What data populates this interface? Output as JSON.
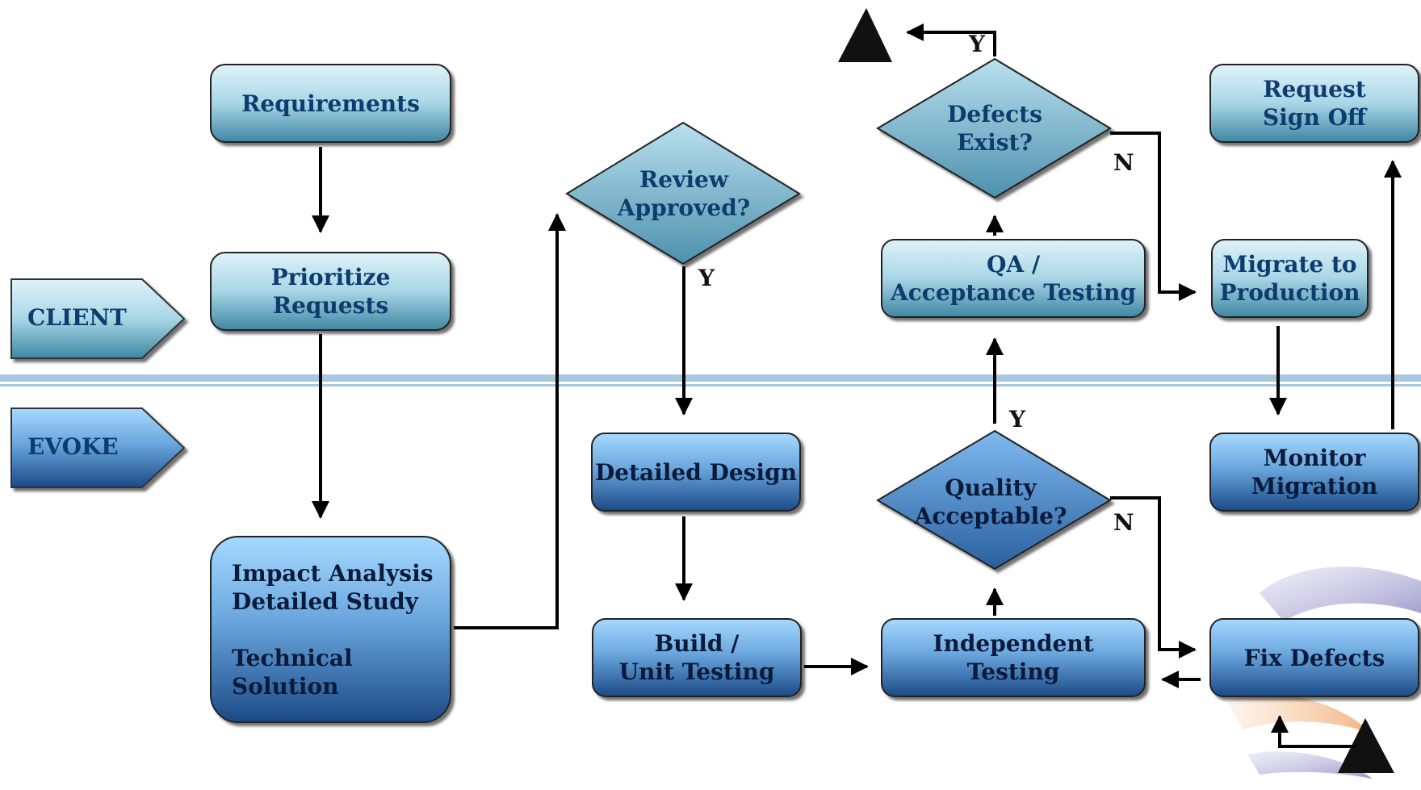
{
  "lanes": {
    "client": "CLIENT",
    "evoke": "EVOKE"
  },
  "nodes": {
    "requirements": "Requirements",
    "prioritize": "Prioritize\nRequests",
    "impact": "Impact Analysis\n Detailed Study\n\nTechnical\nSolution",
    "review": "Review\nApproved?",
    "detailed_design": "Detailed Design",
    "build": "Build /\nUnit Testing",
    "independent": "Independent\nTesting",
    "quality": "Quality\nAcceptable?",
    "qa": "QA /\nAcceptance Testing",
    "defects": "Defects\nExist?",
    "migrate": "Migrate to\nProduction",
    "request_signoff": "Request\nSign Off",
    "monitor": "Monitor\nMigration",
    "fix": "Fix Defects"
  },
  "edge_labels": {
    "review_yes": "Y",
    "quality_yes": "Y",
    "quality_no": "N",
    "defects_yes": "Y",
    "defects_no": "N"
  },
  "colors": {
    "client_light": "#d5eef6",
    "client_dark": "#4b8ea8",
    "evoke_light": "#9cd3fb",
    "evoke_dark": "#1c4f8e",
    "text_blue": "#0e3c6e",
    "divider": "#a8c8e0"
  }
}
